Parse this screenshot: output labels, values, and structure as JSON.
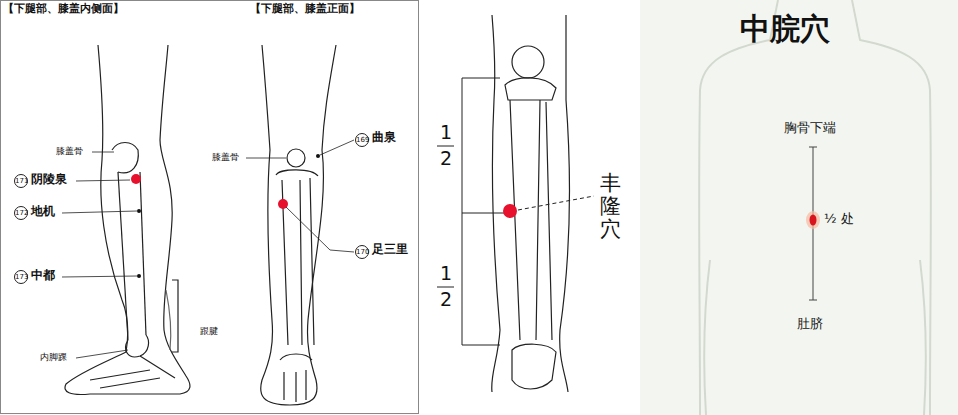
{
  "diagram": {
    "title": "中脘穴",
    "labels": [
      "【下腿部、膝盖内侧面】",
      "【下腿部、膝盖正面】",
      "膝盖骨",
      "171",
      "阴陵泉",
      "172",
      "地机",
      "173",
      "中都",
      "内脚踝",
      "跟腱",
      "膝盖骨",
      "169",
      "曲泉",
      "170",
      "足三里",
      "1",
      "2",
      "1",
      "2",
      "丰隆穴",
      "胸骨下端",
      "½ 处",
      "肚脐"
    ]
  }
}
